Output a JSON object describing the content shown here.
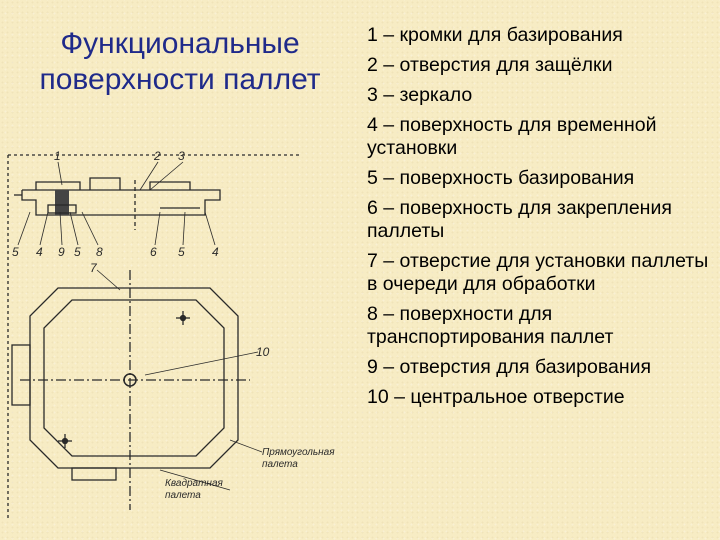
{
  "title": {
    "line1": "Функциональные",
    "line2": "поверхности паллет"
  },
  "legend": [
    "1 – кромки для базирования",
    "2 – отверстия для защёлки",
    "3 – зеркало",
    "4 – поверхность для временной установки",
    "5 – поверхность базирования",
    "6 – поверхность для закрепления паллеты",
    "7 – отверстие для установки паллеты в очереди для обработки",
    "8 – поверхности для транспортирования паллет",
    "9 – отверстия для базирования",
    "10 – центральное отверстие"
  ],
  "drawing": {
    "callouts": {
      "n1": "1",
      "n2": "2",
      "n3": "3",
      "n5a": "5",
      "n4a": "4",
      "n9": "9",
      "n5b": "5",
      "n8": "8",
      "n6": "6",
      "n5c": "5",
      "n4b": "4",
      "n7": "7",
      "n10": "10"
    },
    "label_rect_line1": "Прямоугольная",
    "label_rect_line2": "палета",
    "label_square_line1": "Квадратная",
    "label_square_line2": "палета"
  },
  "colors": {
    "background": "#f7ecc4",
    "title": "#1f2a8a",
    "text": "#000000"
  }
}
